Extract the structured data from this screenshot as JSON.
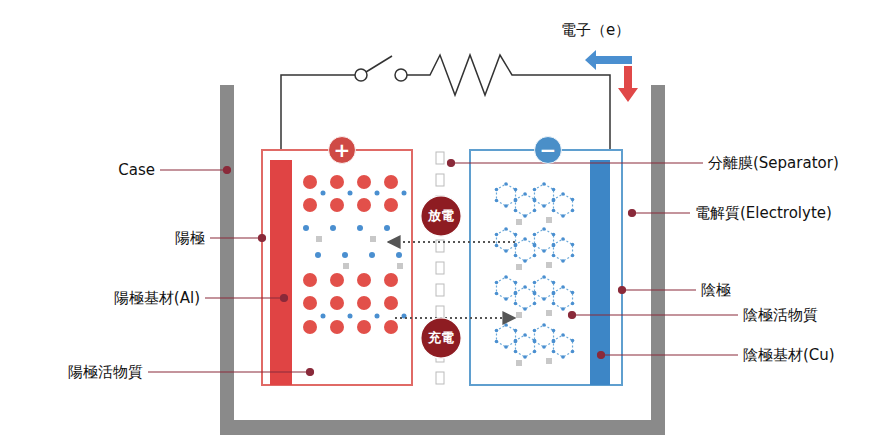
{
  "diagram": {
    "nodes": [
      {
        "text": [
          "+"
        ]
      },
      {
        "text": [
          "−"
        ]
      },
      {
        "text": [
          "放電"
        ]
      },
      {
        "text": [
          "充電"
        ]
      }
    ],
    "labels": [
      "電子（e）",
      "Case",
      "陽極",
      "陽極基材(Al)",
      "陽極活物質",
      "分離膜(Separator)",
      "電解質(Electrolyte)",
      "陰極",
      "陰極活物質",
      "陰極基材(Cu)"
    ]
  }
}
